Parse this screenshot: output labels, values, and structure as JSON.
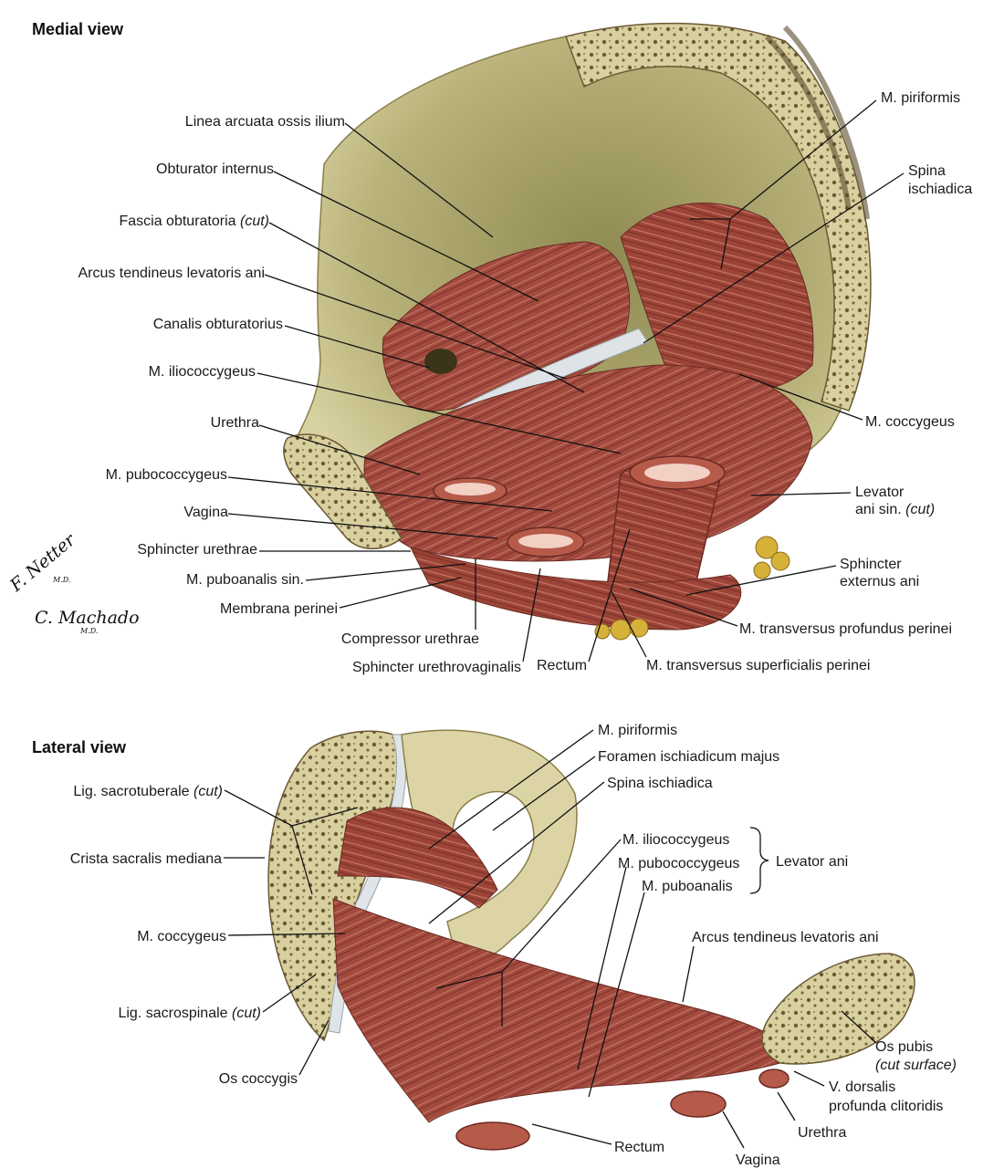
{
  "views": {
    "medial_title": "Medial view",
    "lateral_title": "Lateral view"
  },
  "signatures": {
    "netter": "F. Netter",
    "netter_md": "M.D.",
    "machado": "C. Machado",
    "machado_md": "M.D."
  },
  "medial_labels": {
    "linea_arcuata": "Linea arcuata ossis ilium",
    "obturator_internus": "Obturator internus",
    "fascia_obturatoria": "Fascia obturatoria",
    "fascia_obturatoria_cut": "(cut)",
    "arcus_tendineus": "Arcus tendineus levatoris ani",
    "canalis_obturatorius": "Canalis obturatorius",
    "iliococcygeus": "M. iliococcygeus",
    "urethra": "Urethra",
    "pubococcygeus": "M. pubococcygeus",
    "vagina": "Vagina",
    "sphincter_urethrae": "Sphincter urethrae",
    "puboanalis_sin": "M. puboanalis sin.",
    "membrana_perinei": "Membrana perinei",
    "compressor_urethrae": "Compressor urethrae",
    "sphincter_urethrovaginalis": "Sphincter urethrovaginalis",
    "rectum": "Rectum",
    "transversus_superficialis": "M. transversus superficialis perinei",
    "transversus_profundus": "M. transversus profundus perinei",
    "sphincter_externus_1": "Sphincter",
    "sphincter_externus_2": "externus ani",
    "levator_ani_sin_1": "Levator",
    "levator_ani_sin_2": "ani sin.",
    "levator_ani_sin_cut": "(cut)",
    "coccygeus": "M. coccygeus",
    "spina_1": "Spina",
    "spina_2": "ischiadica",
    "piriformis": "M. piriformis"
  },
  "lateral_labels": {
    "lig_sacrotuberale": "Lig. sacrotuberale",
    "lig_sacrotuberale_cut": "(cut)",
    "crista_sacralis": "Crista sacralis mediana",
    "coccygeus": "M. coccygeus",
    "lig_sacrospinale": "Lig. sacrospinale",
    "lig_sacrospinale_cut": "(cut)",
    "os_coccygis": "Os coccygis",
    "piriformis": "M. piriformis",
    "foramen": "Foramen ischiadicum majus",
    "spina": "Spina ischiadica",
    "iliococcygeus": "M. iliococcygeus",
    "pubococcygeus": "M. pubococcygeus",
    "puboanalis": "M. puboanalis",
    "levator_ani": "Levator ani",
    "arcus_tendineus": "Arcus tendineus levatoris ani",
    "os_pubis_1": "Os pubis",
    "os_pubis_2": "(cut surface)",
    "v_dorsalis_1": "V. dorsalis",
    "v_dorsalis_2": "profunda clitoridis",
    "urethra": "Urethra",
    "vagina": "Vagina",
    "rectum": "Rectum"
  }
}
